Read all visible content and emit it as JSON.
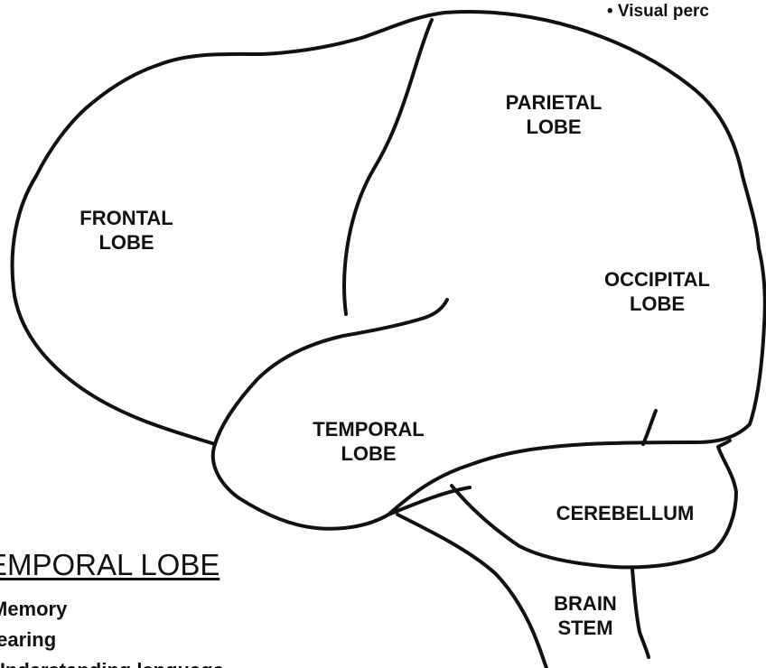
{
  "top_note": "• Visual perc",
  "lobes": {
    "frontal": [
      "FRONTAL",
      "LOBE"
    ],
    "parietal": [
      "PARIETAL",
      "LOBE"
    ],
    "occipital": [
      "OCCIPITAL",
      "LOBE"
    ],
    "temporal": [
      "TEMPORAL",
      "LOBE"
    ],
    "cerebellum": [
      "CEREBELLUM"
    ],
    "brain_stem": [
      "BRAIN",
      "STEM"
    ]
  },
  "temporal_section": {
    "title": "EMPORAL LOBE",
    "functions": [
      "Memory",
      "learing",
      "Understanding language"
    ]
  }
}
